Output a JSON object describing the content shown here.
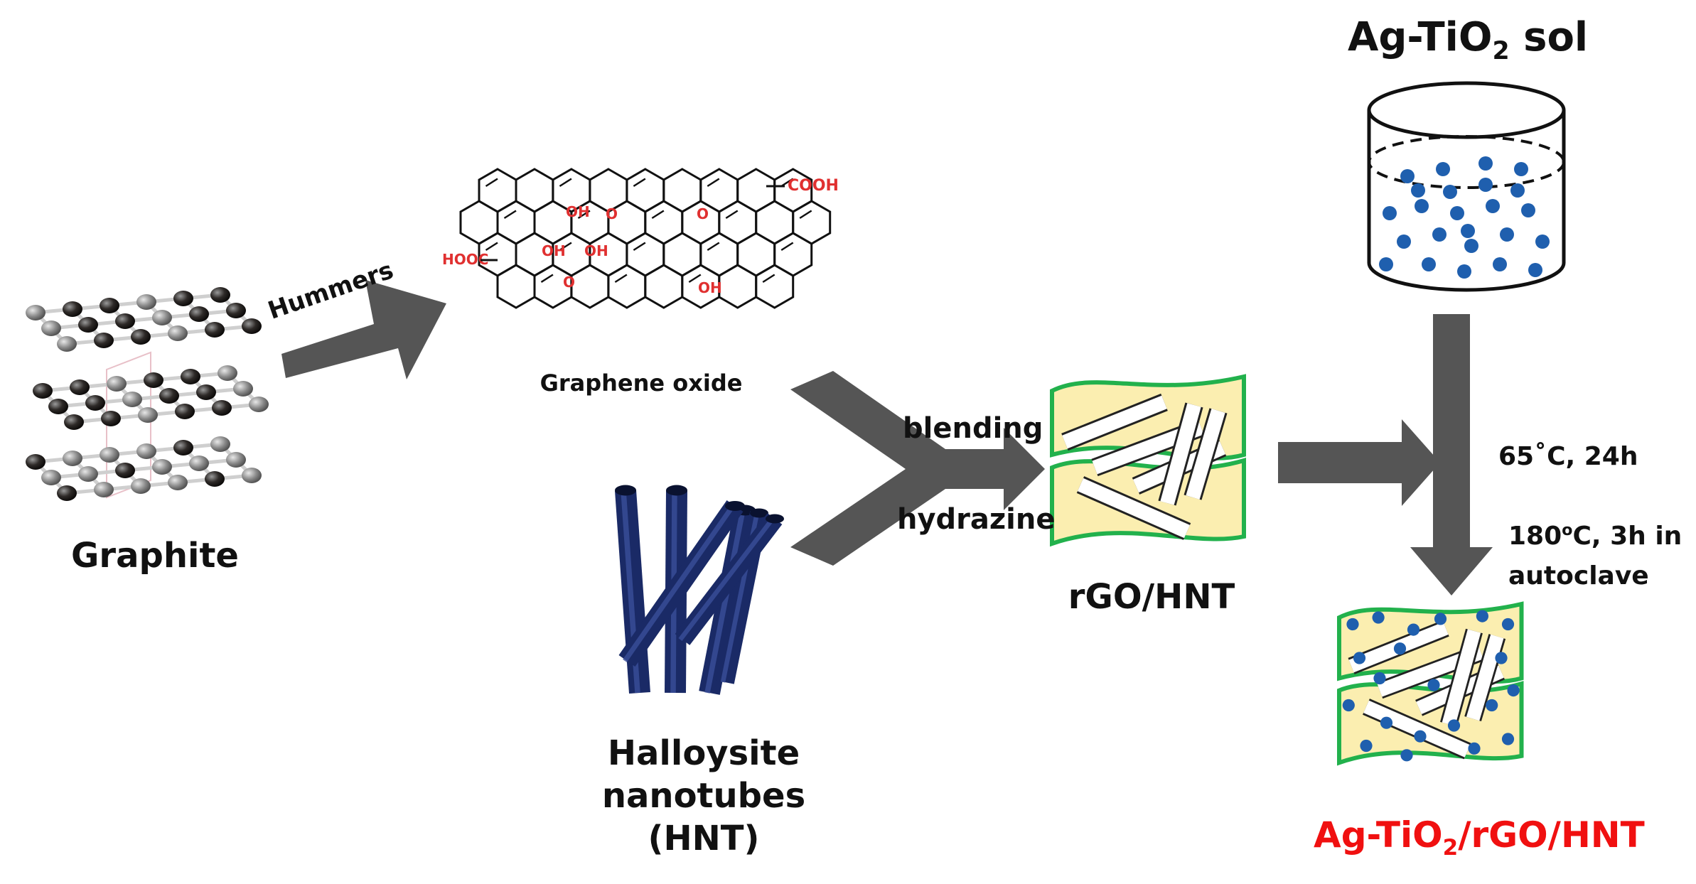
{
  "labels": {
    "hummers": "Hummers",
    "graphite": "Graphite",
    "graphene_oxide": "Graphene oxide",
    "blending": "blending",
    "hydrazine": "hydrazine",
    "rgo_hnt": "rGO/HNT",
    "halloysite_line1": "Halloysite",
    "halloysite_line2": "nanotubes",
    "halloysite_line3": "(HNT)",
    "sol_prefix": "Ag-TiO",
    "sol_sub": "2",
    "sol_suffix": " sol",
    "step1_temp": "65",
    "step1_deg": "˚",
    "step1_rest": "C, 24h",
    "step2_temp": "180",
    "step2_deg": "o",
    "step2_rest": "C, 3h in",
    "step2_line2": "autoclave",
    "product_prefix": "Ag-TiO",
    "product_sub": "2",
    "product_suffix": "/rGO/HNT"
  },
  "go_groups": {
    "cooh_top": "COOH",
    "hooc_left": "HOOC",
    "oh": "OH",
    "epoxy": "O"
  },
  "colors": {
    "arrow": "#555555",
    "red_text": "#f01010",
    "sheet_fill": "#fbeeb0",
    "sheet_edge": "#22b14c",
    "hnt_blue": "#1a2a66",
    "particle": "#1f5fae",
    "go_bond": "#111111",
    "go_group": "#e03030"
  }
}
